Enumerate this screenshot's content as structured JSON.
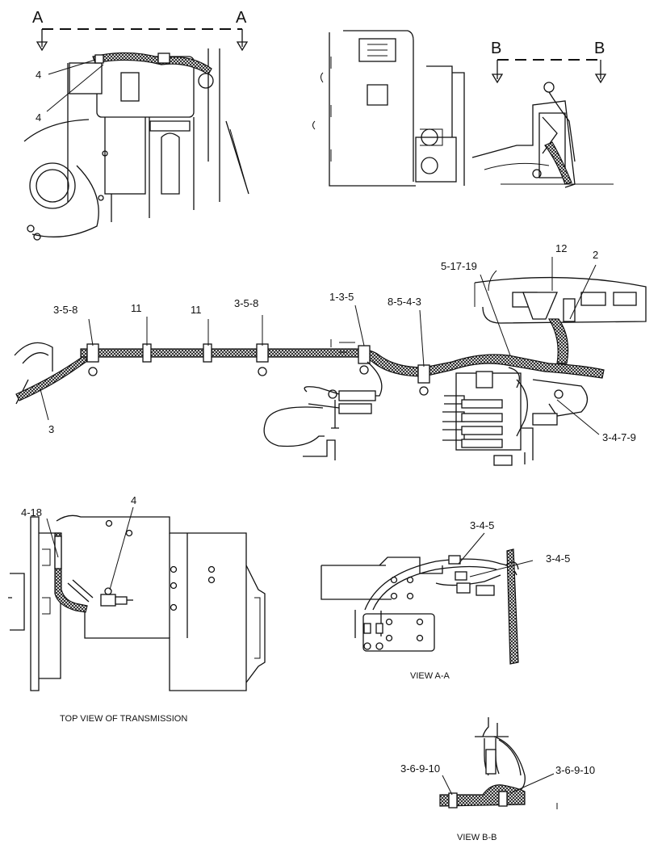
{
  "sections": {
    "a_left": "A",
    "a_right": "A",
    "b_left": "B",
    "b_right": "B"
  },
  "callouts": {
    "va_4_top": "4",
    "va_4_bot": "4",
    "m_3_5_8_left": "3-5-8",
    "m_11_a": "11",
    "m_11_b": "11",
    "m_3_5_8_mid": "3-5-8",
    "m_1_3_5": "1-3-5",
    "m_8_5_4_3": "8-5-4-3",
    "m_5_17_19": "5-17-19",
    "m_12": "12",
    "m_2": "2",
    "m_3": "3",
    "m_3_4_7_9": "3-4-7-9",
    "t_4_18": "4-18",
    "t_4": "4",
    "aa_3_4_5_top": "3-4-5",
    "aa_3_4_5_right": "3-4-5",
    "bb_3_6_9_10_left": "3-6-9-10",
    "bb_3_6_9_10_right": "3-6-9-10"
  },
  "view_titles": {
    "view_aa": "VIEW A-A",
    "top_view": "TOP VIEW OF TRANSMISSION",
    "view_bb": "VIEW B-B"
  }
}
